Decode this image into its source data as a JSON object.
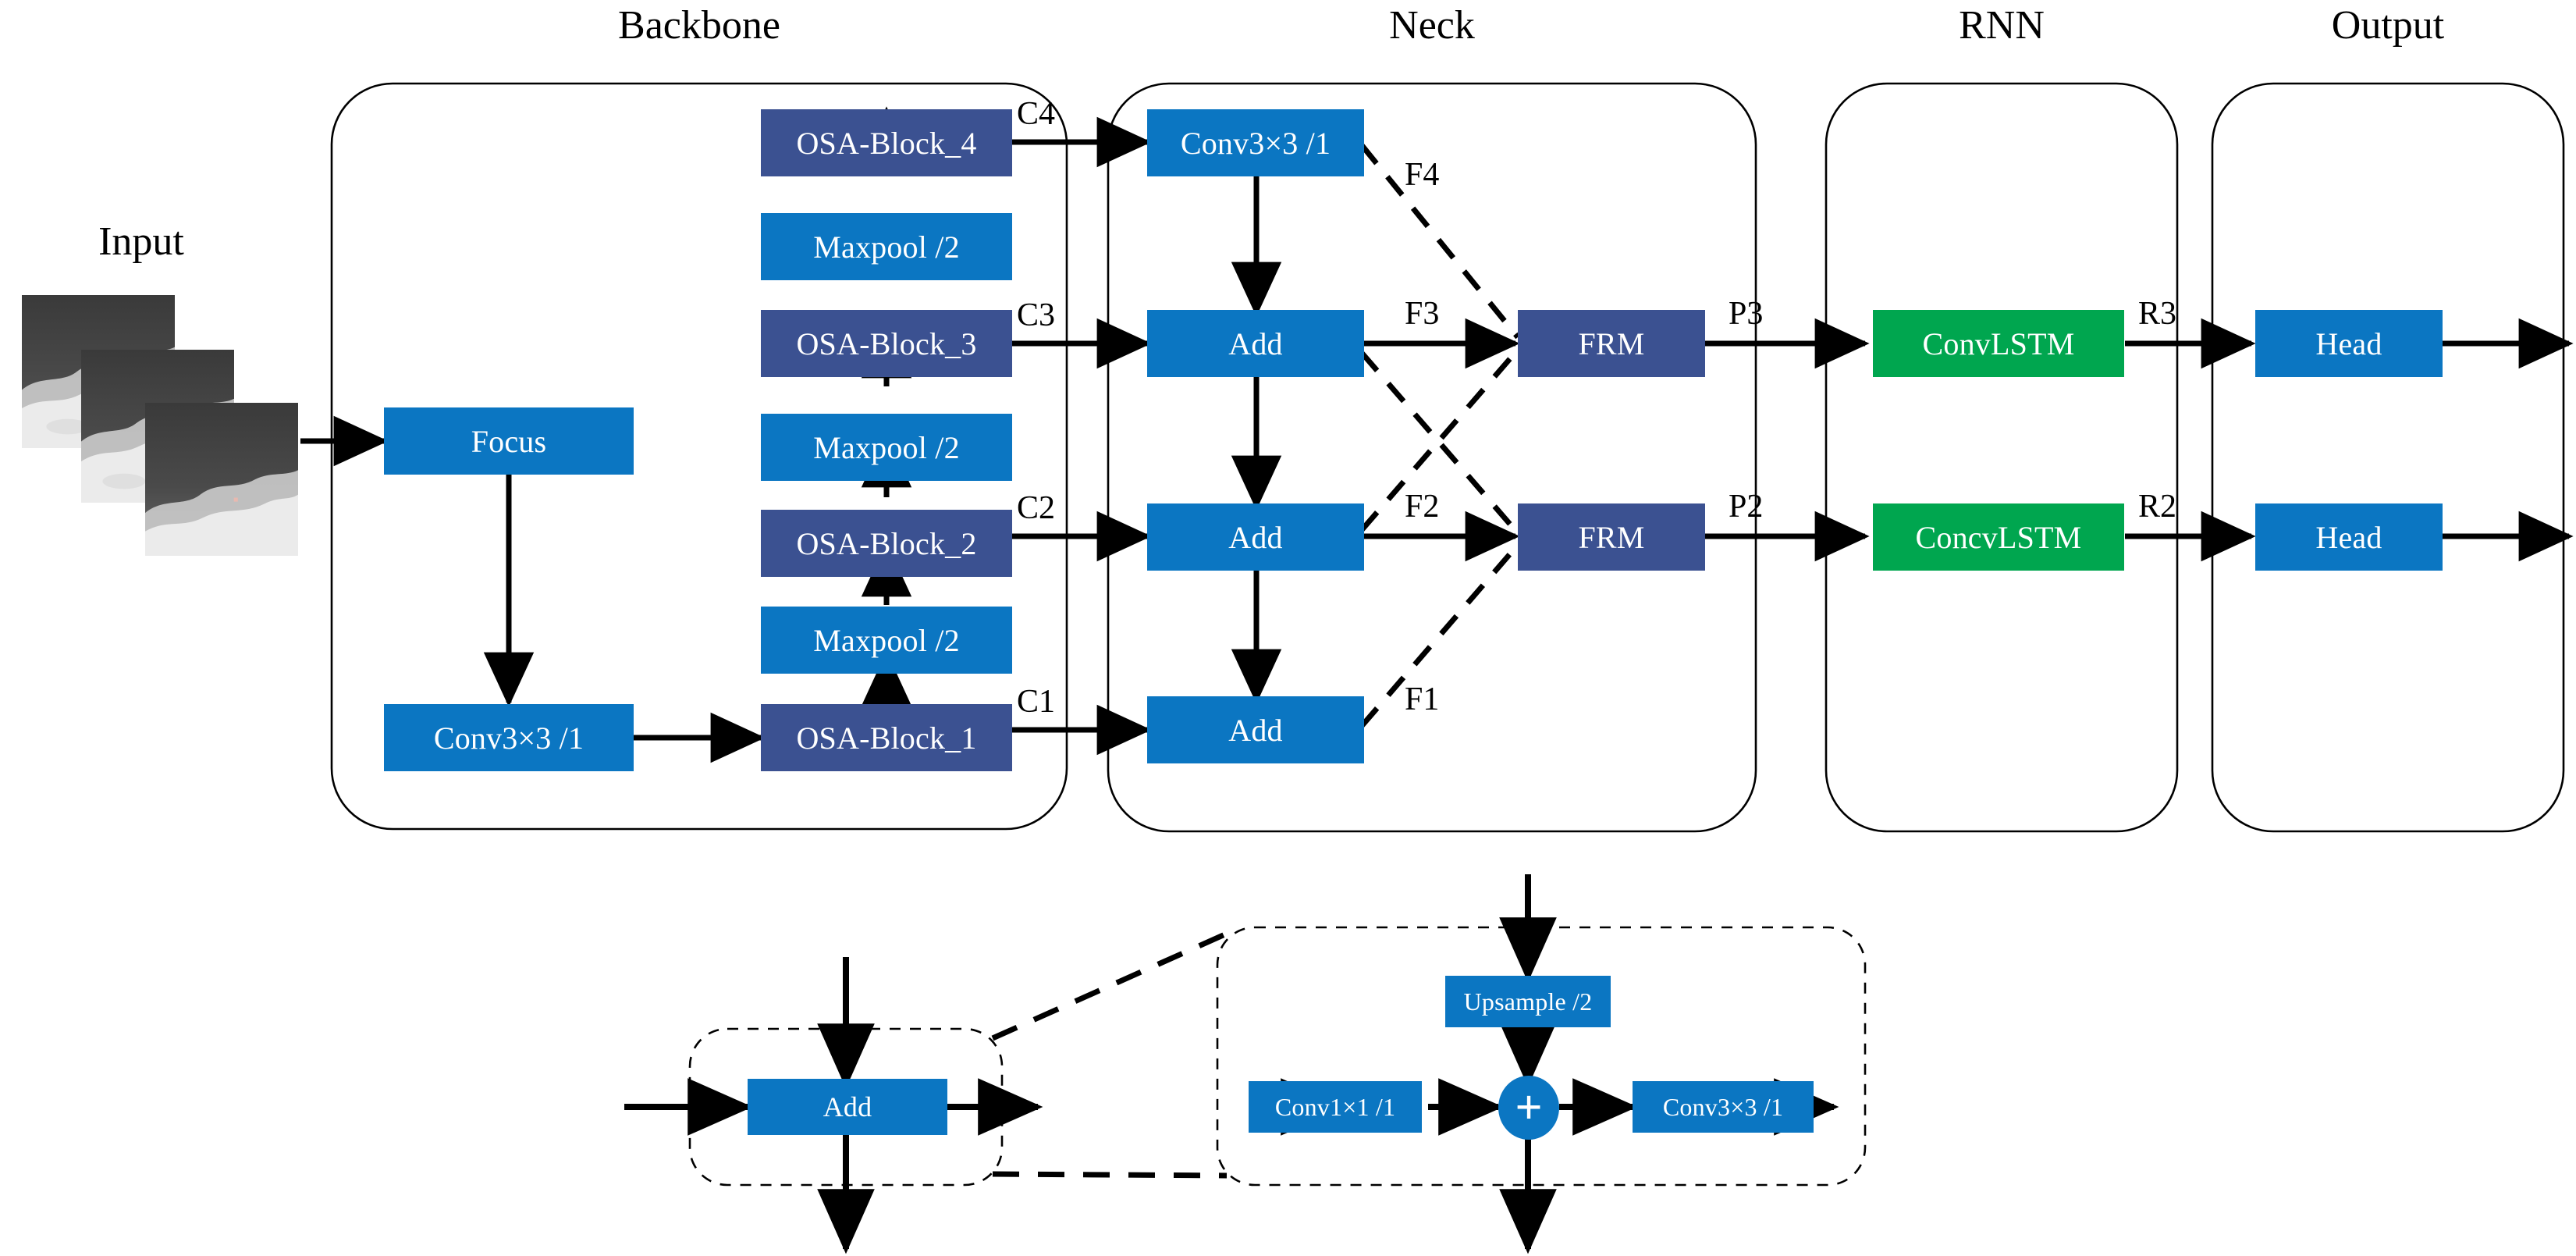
{
  "figure": {
    "type": "neural-network-architecture-diagram",
    "title": "Video object detection network: Backbone / Neck / RNN / Output"
  },
  "sections": [
    {
      "id": "input",
      "label": "Input"
    },
    {
      "id": "backbone",
      "label": "Backbone"
    },
    {
      "id": "neck",
      "label": "Neck"
    },
    {
      "id": "rnn",
      "label": "RNN"
    },
    {
      "id": "output",
      "label": "Output"
    }
  ],
  "colors": {
    "light_blue": "#0b76c2",
    "dark_blue": "#3b5191",
    "green": "#00a64f",
    "text_on_block": "#ffffff",
    "line": "#000000",
    "container_border": "#000000"
  },
  "input_stack": {
    "count": 3,
    "description": "three stacked grayscale sky / cloud frames"
  },
  "backbone": {
    "blocks": [
      {
        "id": "focus",
        "label": "Focus",
        "style": "light_blue"
      },
      {
        "id": "conv33",
        "label": "Conv3×3 /1",
        "style": "light_blue"
      },
      {
        "id": "osa1",
        "label": "OSA-Block_1",
        "style": "dark_blue"
      },
      {
        "id": "maxpool1",
        "label": "Maxpool /2",
        "style": "light_blue"
      },
      {
        "id": "osa2",
        "label": "OSA-Block_2",
        "style": "dark_blue"
      },
      {
        "id": "maxpool2",
        "label": "Maxpool /2",
        "style": "light_blue"
      },
      {
        "id": "osa3",
        "label": "OSA-Block_3",
        "style": "dark_blue"
      },
      {
        "id": "maxpool3",
        "label": "Maxpool /2",
        "style": "light_blue"
      },
      {
        "id": "osa4",
        "label": "OSA-Block_4",
        "style": "dark_blue"
      }
    ],
    "taps": [
      {
        "id": "c1",
        "label": "C1",
        "from": "osa1"
      },
      {
        "id": "c2",
        "label": "C2",
        "from": "osa2"
      },
      {
        "id": "c3",
        "label": "C3",
        "from": "osa3"
      },
      {
        "id": "c4",
        "label": "C4",
        "from": "osa4"
      }
    ]
  },
  "neck": {
    "blocks": [
      {
        "id": "n_conv33",
        "label": "Conv3×3 /1",
        "style": "light_blue"
      },
      {
        "id": "n_add3",
        "label": "Add",
        "style": "light_blue"
      },
      {
        "id": "n_add2",
        "label": "Add",
        "style": "light_blue"
      },
      {
        "id": "n_add1",
        "label": "Add",
        "style": "light_blue"
      },
      {
        "id": "frm_top",
        "label": "FRM",
        "style": "dark_blue"
      },
      {
        "id": "frm_bot",
        "label": "FRM",
        "style": "dark_blue"
      }
    ],
    "features": [
      {
        "id": "f4",
        "label": "F4",
        "from": "n_conv33",
        "to": "frm_top",
        "line": "dashed"
      },
      {
        "id": "f3",
        "label": "F3",
        "from": "n_add3",
        "to": "frm_top",
        "line": "solid"
      },
      {
        "id": "f2",
        "label": "F2",
        "from": "n_add2",
        "to": "frm_bot",
        "line": "solid"
      },
      {
        "id": "f1",
        "label": "F1",
        "from": "n_add1",
        "to": "frm_bot",
        "line": "dashed"
      }
    ],
    "outputs": [
      {
        "id": "p3",
        "label": "P3",
        "from": "frm_top"
      },
      {
        "id": "p2",
        "label": "P2",
        "from": "frm_bot"
      }
    ]
  },
  "rnn": {
    "blocks": [
      {
        "id": "convlstm_top",
        "label": "ConvLSTM",
        "style": "green"
      },
      {
        "id": "convlstm_bot",
        "label": "ConcvLSTM",
        "style": "green"
      }
    ],
    "outputs": [
      {
        "id": "r3",
        "label": "R3",
        "from": "convlstm_top"
      },
      {
        "id": "r2",
        "label": "R2",
        "from": "convlstm_bot"
      }
    ]
  },
  "output": {
    "blocks": [
      {
        "id": "head_top",
        "label": "Head",
        "style": "light_blue"
      },
      {
        "id": "head_bot",
        "label": "Head",
        "style": "light_blue"
      }
    ]
  },
  "detail": {
    "add_module": {
      "label": "Add",
      "style": "light_blue"
    },
    "expanded_module": {
      "blocks": [
        {
          "id": "d_upsample",
          "label": "Upsample /2",
          "style": "light_blue"
        },
        {
          "id": "d_conv11",
          "label": "Conv1×1 /1",
          "style": "light_blue"
        },
        {
          "id": "d_plus",
          "label": "+",
          "style": "light_blue",
          "shape": "ellipse"
        },
        {
          "id": "d_conv33",
          "label": "Conv3×3 /1",
          "style": "light_blue"
        }
      ]
    }
  }
}
